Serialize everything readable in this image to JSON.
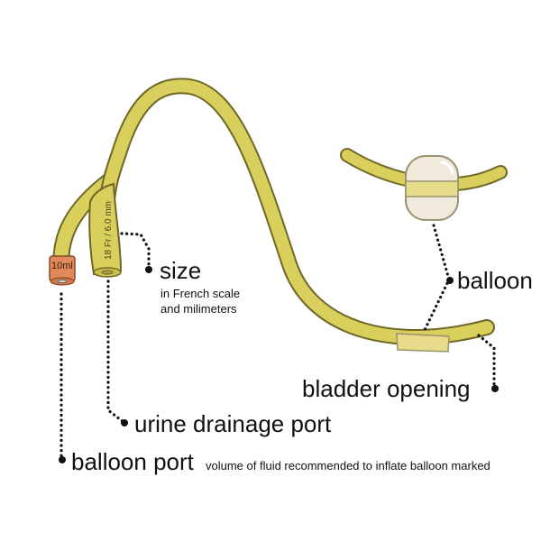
{
  "labels": {
    "size": "size",
    "size_detail_1": "in French scale",
    "size_detail_2": "and milimeters",
    "balloon": "balloon",
    "bladder_opening": "bladder opening",
    "urine_drainage_port": "urine drainage port",
    "balloon_port": "balloon port",
    "balloon_port_detail": "volume of fluid recommended to inflate balloon marked"
  },
  "markings": {
    "tube_size": "18 Fr / 6.0 mm",
    "port_volume": "10ml"
  },
  "colors": {
    "tube": "#d8cf5c",
    "tube_outline": "#6e6728",
    "port": "#e0895a",
    "balloon": "#efeadb"
  }
}
